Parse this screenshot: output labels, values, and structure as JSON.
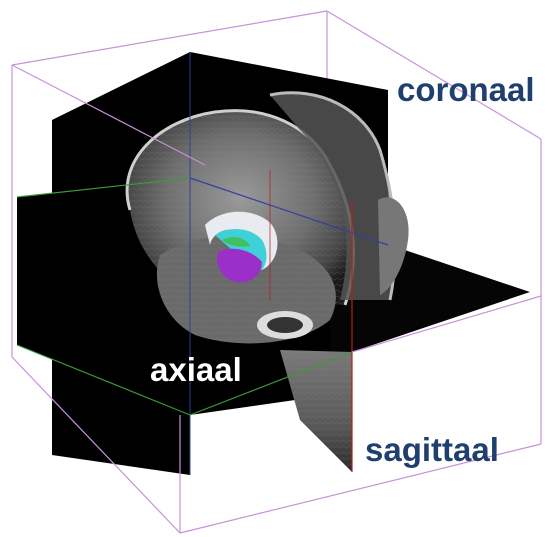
{
  "labels": {
    "coronal": "coronaal",
    "axial": "axiaal",
    "sagittal": "sagittaal"
  },
  "colors": {
    "background": "#ffffff",
    "bounding_box": "#c792d8",
    "slice_background": "#000000",
    "coronal_label": "#1f3f6e",
    "axial_label": "#ffffff",
    "sagittal_label": "#1f3f6e",
    "axis_green": "#3c9a3c",
    "axis_red": "#b02020",
    "axis_blue": "#3040a0",
    "structure_purple": "#9b30c8",
    "structure_cyan": "#40d0d8",
    "structure_green": "#40c060",
    "structure_white": "#e8ecf0"
  }
}
